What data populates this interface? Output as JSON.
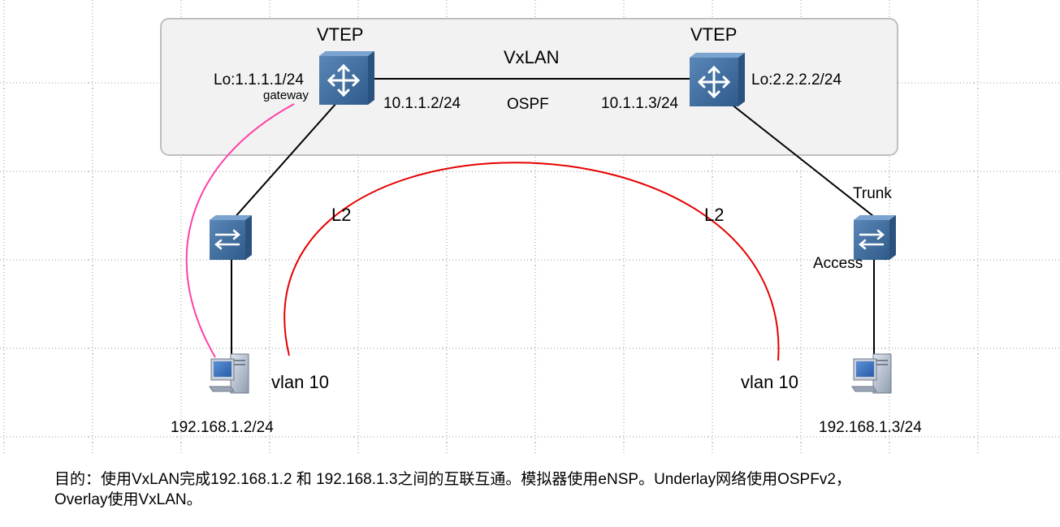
{
  "labels": {
    "vtep_left": "VTEP",
    "vtep_right": "VTEP",
    "vxlan": "VxLAN",
    "ospf": "OSPF",
    "lo_left": "Lo:1.1.1.1/24",
    "gateway": "gateway",
    "ip_left_link": "10.1.1.2/24",
    "ip_right_link": "10.1.1.3/24",
    "lo_right": "Lo:2.2.2.2/24",
    "trunk": "Trunk",
    "access": "Access",
    "l2_left": "L2",
    "l2_right": "L2",
    "vlan_left": "vlan 10",
    "vlan_right": "vlan 10",
    "pc_left_ip": "192.168.1.2/24",
    "pc_right_ip": "192.168.1.3/24"
  },
  "caption": {
    "line1": "目的：使用VxLAN完成192.168.1.2  和  192.168.1.3之间的互联互通。模拟器使用eNSP。Underlay网络使用OSPFv2，",
    "line2": "Overlay使用VxLAN。"
  },
  "colors": {
    "router_fill": "#3f6d9e",
    "switch_fill": "#3f6d9e",
    "pc_body": "#aab4c2",
    "pink_path": "#ff3fa6",
    "red_path": "#e60000",
    "box_fill": "#f2f2f2",
    "box_stroke": "#bfbfbf"
  },
  "icons": {
    "vtep_left": "router-icon",
    "vtep_right": "router-icon",
    "switch_left": "switch-icon",
    "switch_right": "switch-icon",
    "pc_left": "pc-icon",
    "pc_right": "pc-icon"
  }
}
